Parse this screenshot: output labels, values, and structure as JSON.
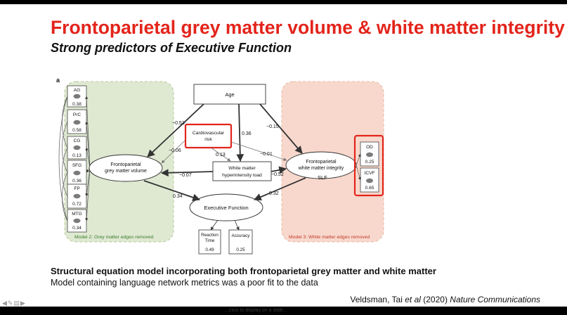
{
  "slide": {
    "title": "Frontoparietal grey matter volume & white matter integrity",
    "subtitle": "Strong predictors of Executive Function"
  },
  "diagram": {
    "panel_label": "a",
    "grey_model_label": "Model 2: Grey matter edges removed",
    "white_model_label": "Model 3: White matter edges removed",
    "grey_regions": [
      {
        "name": "AG",
        "value": "0.38"
      },
      {
        "name": "PrC",
        "value": "0.58"
      },
      {
        "name": "CG",
        "value": "0.13"
      },
      {
        "name": "SFG",
        "value": "0.36"
      },
      {
        "name": "FP",
        "value": "0.72"
      },
      {
        "name": "MTG",
        "value": "0.34"
      }
    ],
    "white_metrics": [
      {
        "name": "OD",
        "value": "0.25"
      },
      {
        "name": "ICVF",
        "value": "0.65"
      }
    ],
    "nodes": {
      "age": "Age",
      "cardio_line1": "Cardiovascular",
      "cardio_line2": "risk",
      "wmh_line1": "White matter",
      "wmh_line2": "hyperintensity load",
      "gm_line1": "Frontoparietal",
      "gm_line2": "grey matter volume",
      "wm_line1": "Frontoparietal",
      "wm_line2": "white matter integrity",
      "slf": "SLF",
      "ef": "Executive Function"
    },
    "ef_indicators": [
      {
        "line1": "Reaction",
        "line2": "Time",
        "value": "0.49"
      },
      {
        "line1": "Accuracy",
        "line2": "",
        "value": "0.25"
      }
    ],
    "paths": {
      "age_gm": "−0.53",
      "age_wm": "−0.15",
      "age_wmh": "0.36",
      "cardio_gm": "−0.06",
      "cardio_wmh": "0.13",
      "cardio_wm": "−0.01",
      "wmh_gm": "−0.07",
      "wmh_wm": "−0.52",
      "gm_ef": "0.34",
      "wm_ef": "0.32"
    },
    "colors": {
      "grey_model": "#dfe9d2",
      "white_model": "#f8d8cc",
      "highlight": "#e3241b"
    }
  },
  "caption": {
    "bold": "Structural equation model incorporating both frontoparietal grey matter and white matter",
    "normal": "Model containing language network metrics was a poor fit to the data"
  },
  "citation": {
    "authors": "Veldsman, Tai ",
    "etal": "et al",
    "year": " (2020) ",
    "journal": "Nature Communications"
  },
  "presentation_controls_icons": [
    "prev-icon",
    "pen-icon",
    "slides-icon",
    "next-icon"
  ],
  "bottom_text": "...click to display on a slide..."
}
